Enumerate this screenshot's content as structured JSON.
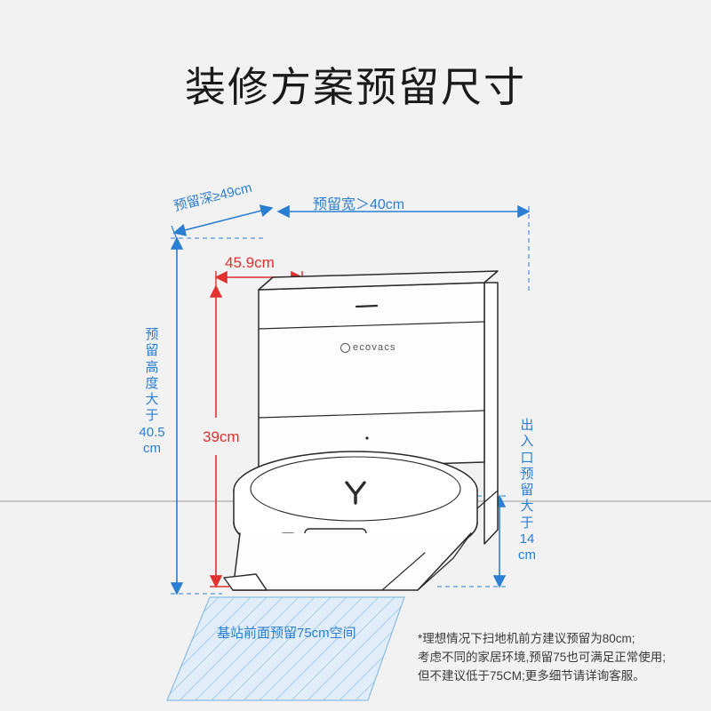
{
  "page": {
    "title": "装修方案预留尺寸",
    "background_color": "#f2f2f2",
    "accent_blue": "#2a7fd4",
    "accent_red": "#e03030"
  },
  "brand": {
    "logo_text": "ecovacs"
  },
  "dimensions": {
    "depth_label": "预留深≥49cm",
    "width_label": "预留宽＞40cm",
    "product_width_label": "45.9cm",
    "product_height_label": "39cm",
    "height_label_lines": [
      "预",
      "留",
      "高",
      "度",
      "大",
      "于",
      "40.5",
      "cm"
    ],
    "entry_label_lines": [
      "出",
      "入",
      "口",
      "预",
      "留",
      "大",
      "于",
      "14",
      "cm"
    ],
    "front_space_label": "基站前面预留75cm空间"
  },
  "note": {
    "lines": [
      "*理想情况下扫地机前方建议预留为80cm;",
      "考虑不同的家居环境,预留75也可满足正常使用;",
      "但不建议低于75CM;更多细节请详询客服。"
    ]
  }
}
